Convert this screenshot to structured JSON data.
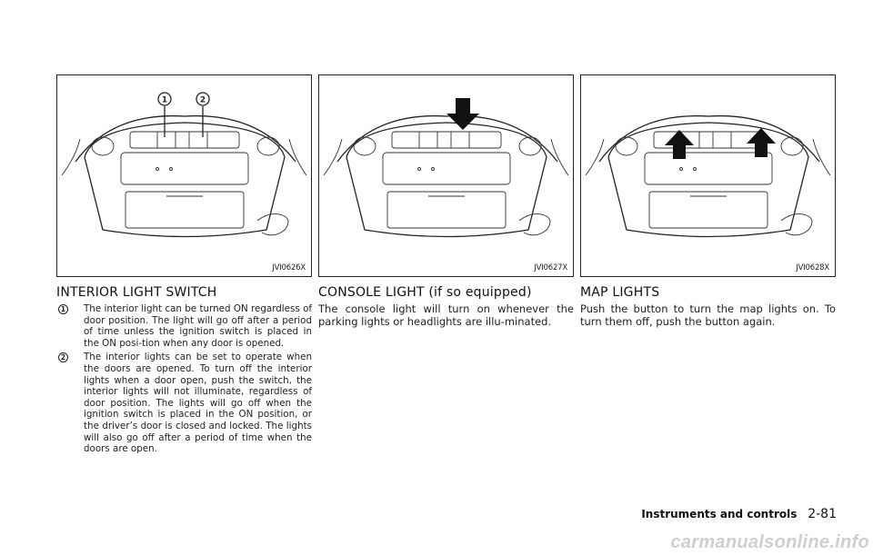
{
  "figures": [
    {
      "code": "JVI0626X",
      "callouts": [
        "1",
        "2"
      ]
    },
    {
      "code": "JVI0627X"
    },
    {
      "code": "JVI0628X"
    }
  ],
  "sections": {
    "interior": {
      "title": "INTERIOR LIGHT SWITCH",
      "items": [
        {
          "marker": "1",
          "text": "The interior light can be turned ON regardless of door position. The light will go off after a period of time unless the ignition switch is placed in the ON posi-tion when any door is opened."
        },
        {
          "marker": "2",
          "text": "The interior lights can be set to operate when the doors are opened. To turn off the interior lights when a door open, push the switch, the interior lights will not illuminate, regardless of door position. The lights will go off when the ignition switch is placed in the ON position, or the driver’s door is closed and locked. The lights will also go off after a period of time when the doors are open."
        }
      ]
    },
    "console": {
      "title": "CONSOLE LIGHT (if so equipped)",
      "text": "The console light will turn on whenever the parking lights or headlights are illu-minated."
    },
    "map": {
      "title": "MAP LIGHTS",
      "text": "Push the button to turn the map lights on. To turn them off, push the button again."
    }
  },
  "footer": {
    "section": "Instruments and controls",
    "page": "2-81"
  },
  "watermark": "carmanualsonline.info"
}
